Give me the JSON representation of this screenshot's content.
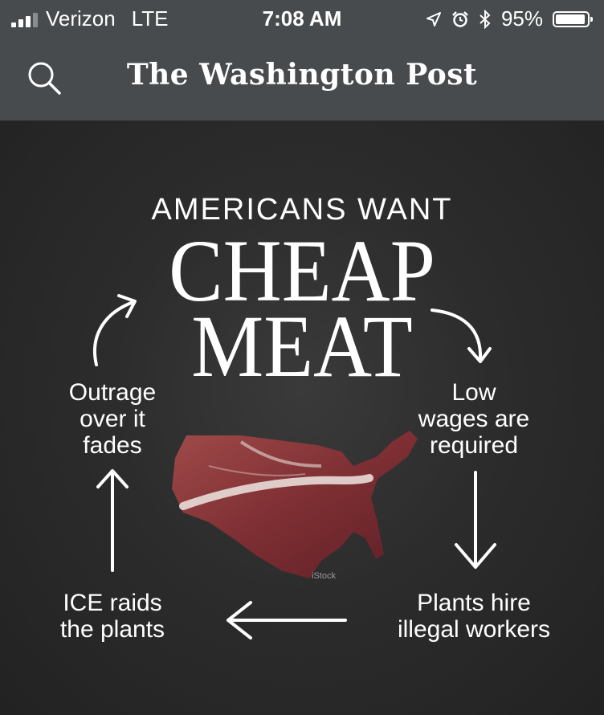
{
  "status_bar": {
    "carrier": "Verizon",
    "network": "LTE",
    "time": "7:08 AM",
    "battery": "95%",
    "battery_level": 0.95,
    "icons": [
      "signal-icon",
      "location-icon",
      "alarm-icon",
      "bluetooth-icon",
      "battery-icon"
    ]
  },
  "nav": {
    "search_icon": "search-icon",
    "masthead": "The Washington Post"
  },
  "graphic": {
    "kicker": "AMERICANS WANT",
    "headline_line1": "CHEAP",
    "headline_line2": "MEAT",
    "cycle": [
      {
        "lines": [
          "Low",
          "wages are",
          "required"
        ]
      },
      {
        "lines": [
          "Plants hire",
          "illegal workers"
        ]
      },
      {
        "lines": [
          "ICE raids",
          "the plants"
        ]
      },
      {
        "lines": [
          "Outrage",
          "over it",
          "fades"
        ]
      }
    ],
    "center_image": "meat-shaped-like-us-map",
    "watermark": "iStock"
  },
  "colors": {
    "chrome": "#474b4d",
    "background": "#2a2a2a",
    "text": "#ffffff",
    "meat": "#8a3a3c"
  }
}
